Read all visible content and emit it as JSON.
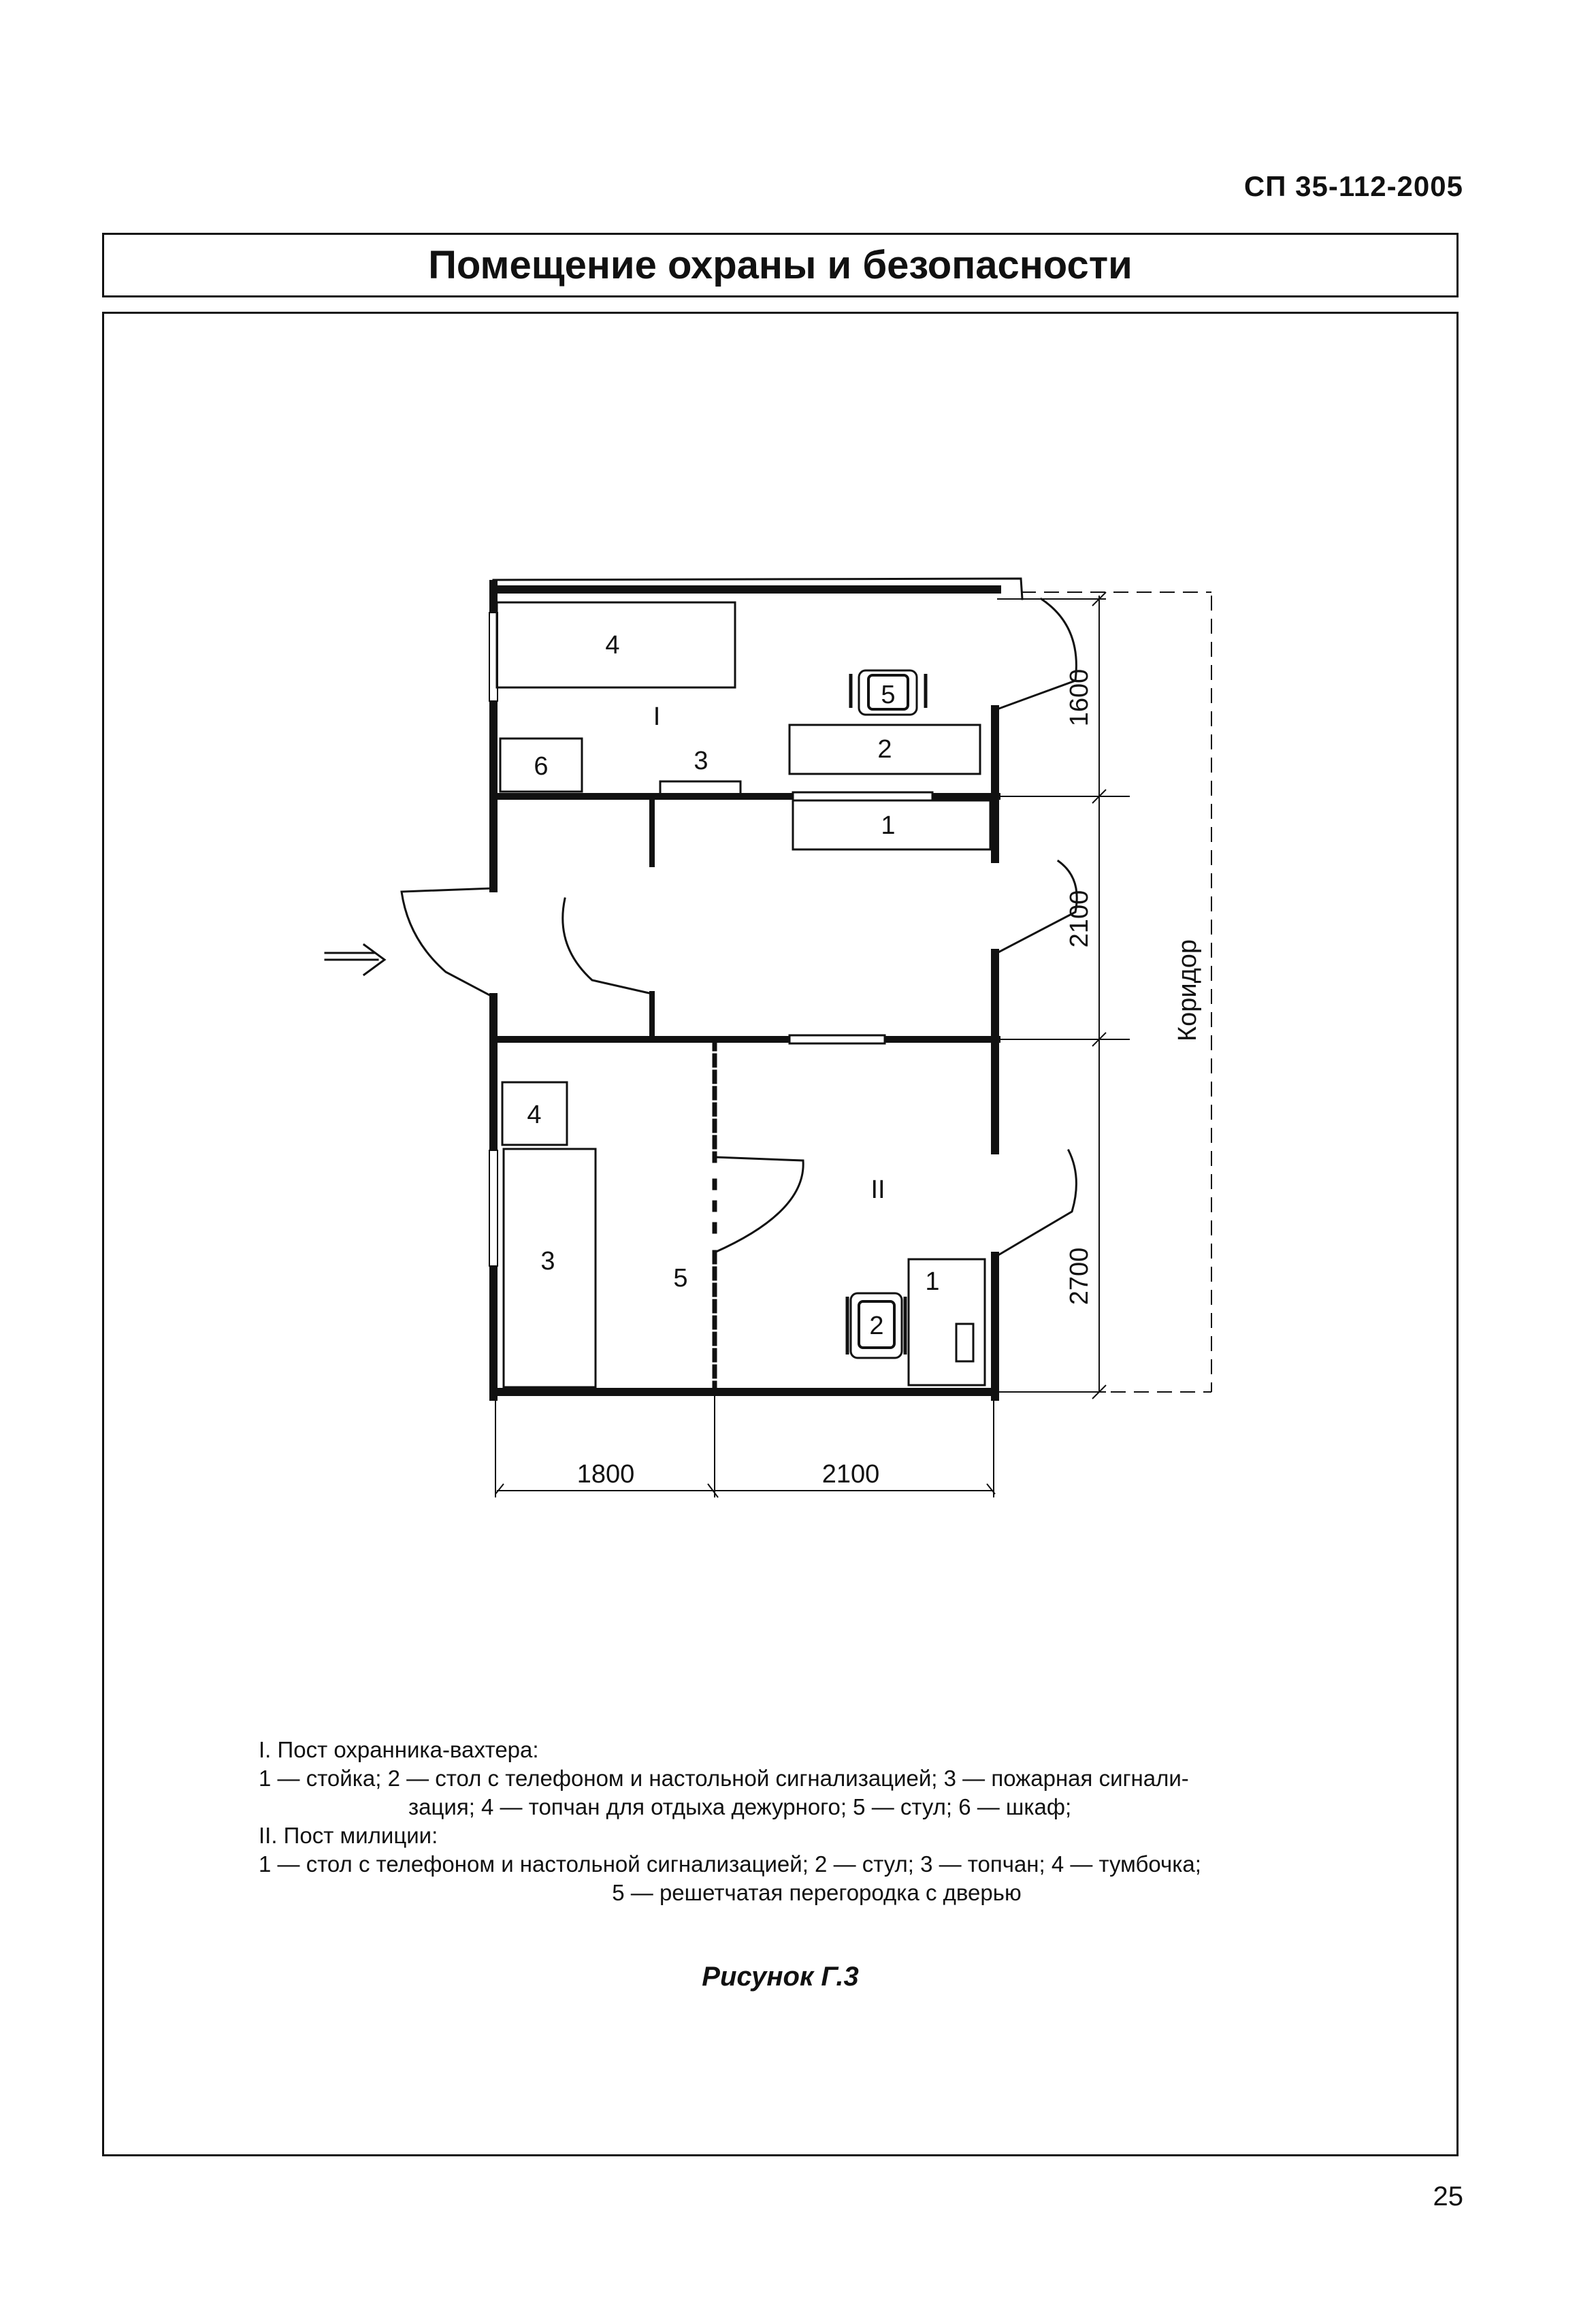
{
  "header": {
    "doc_code": "СП 35-112-2005"
  },
  "section": {
    "title": "Помещение охраны и безопасности"
  },
  "plan": {
    "room_labels": {
      "room1": "I",
      "room2": "II"
    },
    "corridor_label": "Коридор",
    "room1_items": {
      "item1": "1",
      "item2": "2",
      "item3": "3",
      "item4": "4",
      "item5": "5",
      "item6": "6"
    },
    "room2_items": {
      "item1": "1",
      "item2": "2",
      "item3": "3",
      "item4": "4",
      "item5": "5"
    },
    "dimensions": {
      "vertical": [
        "1600",
        "2100",
        "2700"
      ],
      "horizontal": [
        "1800",
        "2100"
      ]
    }
  },
  "legend": {
    "line1": "I. Пост охранника-вахтера:",
    "line2": "1 — стойка; 2 — стол с телефоном и настольной сигнализацией; 3 — пожарная сигнали-",
    "line3": "зация; 4 — топчан для отдыха дежурного; 5 — стул; 6 — шкаф;",
    "line4": "II. Пост милиции:",
    "line5": "1 — стол с телефоном и настольной сигнализацией; 2 — стул; 3 — топчан; 4 — тумбочка;",
    "line6": "5 — решетчатая перегородка с дверью"
  },
  "figure": {
    "caption": "Рисунок Г.3"
  },
  "footer": {
    "page_number": "25"
  }
}
